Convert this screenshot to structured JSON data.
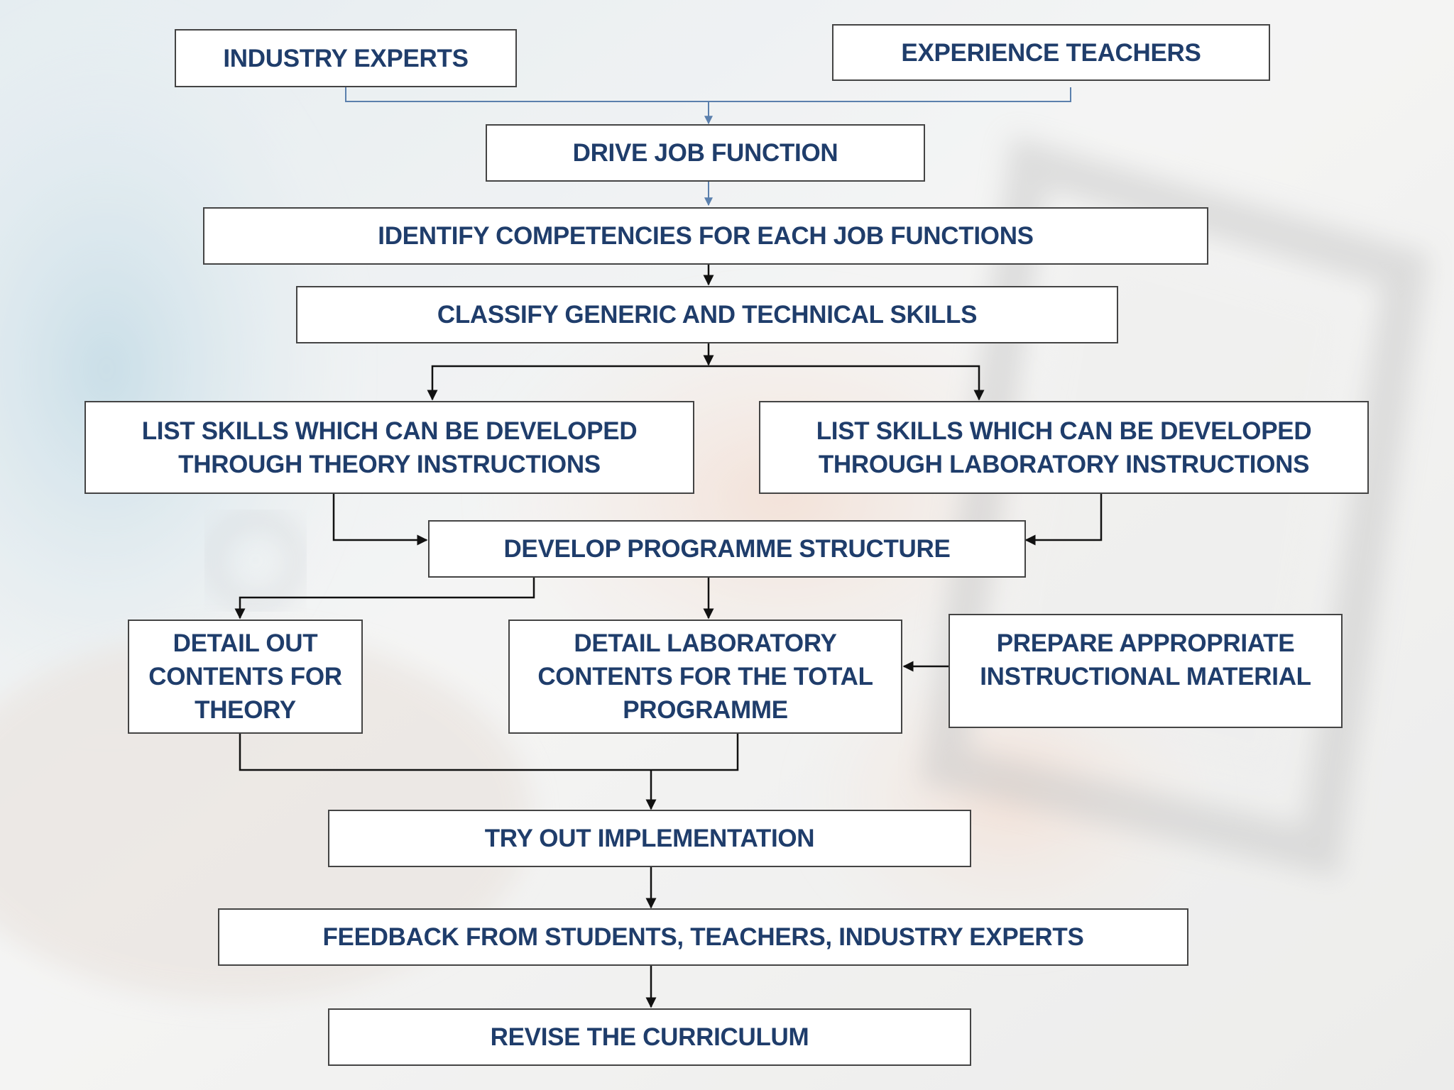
{
  "colors": {
    "text": "#1f3d6b",
    "box_border": "#444444",
    "box_fill": "#ffffff",
    "arrow_dark": "#111111",
    "arrow_blue": "#5b80ad"
  },
  "nodes": {
    "industry_experts": "INDUSTRY EXPERTS",
    "experience_teachers": "EXPERIENCE TEACHERS",
    "drive_job_function": "DRIVE JOB FUNCTION",
    "identify_competencies": "IDENTIFY COMPETENCIES FOR EACH JOB FUNCTIONS",
    "classify_skills": "CLASSIFY GENERIC AND TECHNICAL SKILLS",
    "list_theory": "LIST SKILLS WHICH CAN BE DEVELOPED\nTHROUGH THEORY INSTRUCTIONS",
    "list_laboratory": "LIST SKILLS WHICH CAN BE DEVELOPED\nTHROUGH LABORATORY INSTRUCTIONS",
    "develop_structure": "DEVELOP PROGRAMME STRUCTURE",
    "detail_theory": "DETAIL OUT\nCONTENTS FOR\nTHEORY",
    "detail_laboratory": "DETAIL LABORATORY\nCONTENTS FOR THE TOTAL\nPROGRAMME",
    "prepare_material": "PREPARE APPROPRIATE\nINSTRUCTIONAL MATERIAL",
    "try_out": "TRY OUT IMPLEMENTATION",
    "feedback": "FEEDBACK FROM STUDENTS, TEACHERS, INDUSTRY EXPERTS",
    "revise": "REVISE THE CURRICULUM"
  }
}
